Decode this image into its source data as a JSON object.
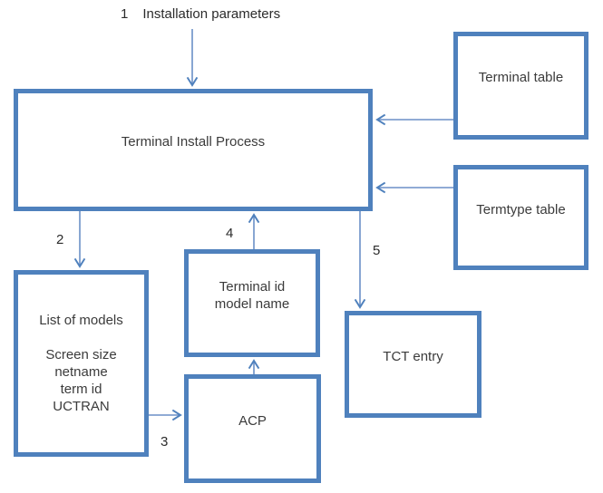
{
  "colors": {
    "background": "#ffffff",
    "box_border": "#4f81bd",
    "arrow_line": "#6b8fc7",
    "arrow_head": "#4f81bd",
    "text": "#3b3b3b",
    "label_text": "#2b2b2b"
  },
  "labels": {
    "step1": {
      "number": "1",
      "text": "Installation parameters"
    },
    "step2": "2",
    "step3": "3",
    "step4": "4",
    "step5": "5"
  },
  "boxes": {
    "process": "Terminal Install Process",
    "terminal_table": "Terminal table",
    "termtype_table": "Termtype table",
    "list_of_models": {
      "lines": [
        "List of models",
        "",
        "Screen size",
        "netname",
        "term id",
        "UCTRAN"
      ]
    },
    "terminal_id": {
      "lines": [
        "Terminal id",
        "model name"
      ]
    },
    "acp": "ACP",
    "tct_entry": "TCT entry"
  },
  "arrows": [
    {
      "step": "1",
      "from": "installation-parameters",
      "to": "process"
    },
    {
      "step": "",
      "from": "terminal-table",
      "to": "process"
    },
    {
      "step": "",
      "from": "termtype-table",
      "to": "process"
    },
    {
      "step": "2",
      "from": "process",
      "to": "list-of-models"
    },
    {
      "step": "3",
      "from": "list-of-models",
      "to": "acp"
    },
    {
      "step": "",
      "from": "acp",
      "to": "terminal-id"
    },
    {
      "step": "4",
      "from": "terminal-id",
      "to": "process"
    },
    {
      "step": "5",
      "from": "process",
      "to": "tct-entry"
    }
  ]
}
